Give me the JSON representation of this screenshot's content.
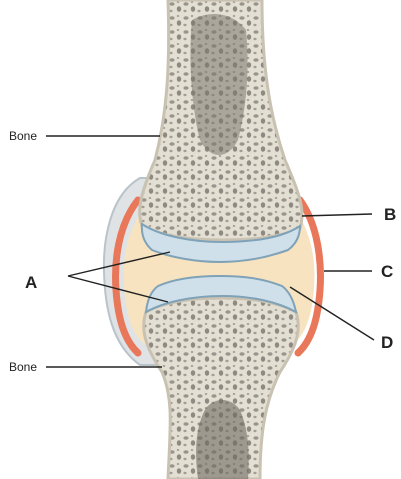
{
  "labels": {
    "bone_top": "Bone",
    "bone_bottom": "Bone",
    "a": "A",
    "b": "B",
    "c": "C",
    "d": "D"
  },
  "colors": {
    "bone": "#e6e1d6",
    "bone_outline": "#c9c2b2",
    "spongy": "#8e8a82",
    "marrow": "#6e6a63",
    "cartilage": "#cfe0ea",
    "cartilage_edge": "#7fa2b8",
    "synovial_fluid": "#f7e3bf",
    "membrane": "#f08a6c",
    "capsule": "#dfe3e6",
    "leader": "#222222"
  }
}
